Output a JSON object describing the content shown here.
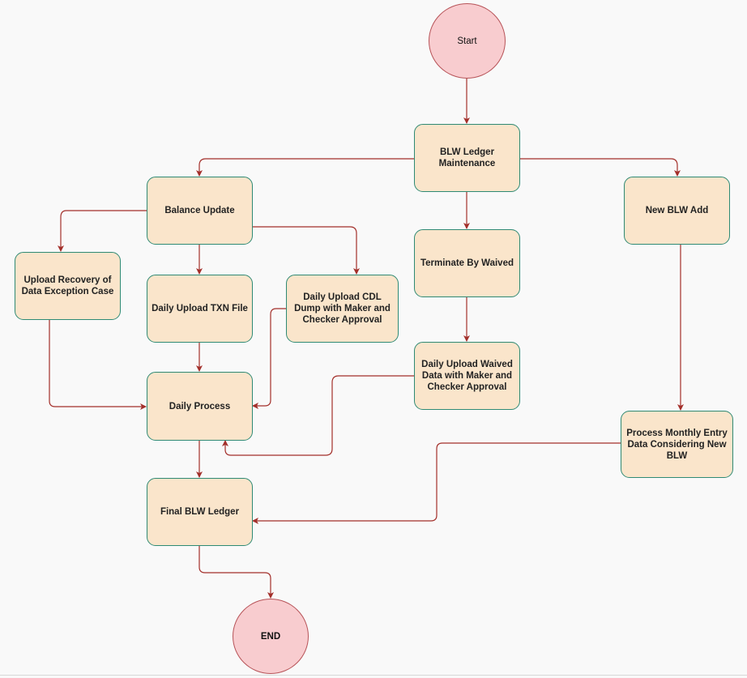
{
  "diagram": {
    "nodes": {
      "start": "Start",
      "blw_ledger_maintenance": "BLW Ledger Maintenance",
      "balance_update": "Balance Update",
      "new_blw_add": "New BLW Add",
      "upload_recovery": "Upload Recovery of Data Exception Case",
      "daily_upload_txn": "Daily Upload TXN File",
      "daily_upload_cdl": "Daily Upload CDL Dump with Maker and Checker Approval",
      "terminate_by_waived": "Terminate By Waived",
      "daily_upload_waived": "Daily Upload Waived Data with Maker and Checker Approval",
      "daily_process": "Daily Process",
      "process_monthly": "Process Monthly Entry Data Considering New BLW",
      "final_blw_ledger": "Final BLW Ledger",
      "end": "END"
    },
    "colors": {
      "process_fill": "#fae5cb",
      "process_border": "#2f8a74",
      "terminal_fill": "#f8cccf",
      "terminal_border": "#b75358",
      "connector": "#a32f2a"
    }
  }
}
